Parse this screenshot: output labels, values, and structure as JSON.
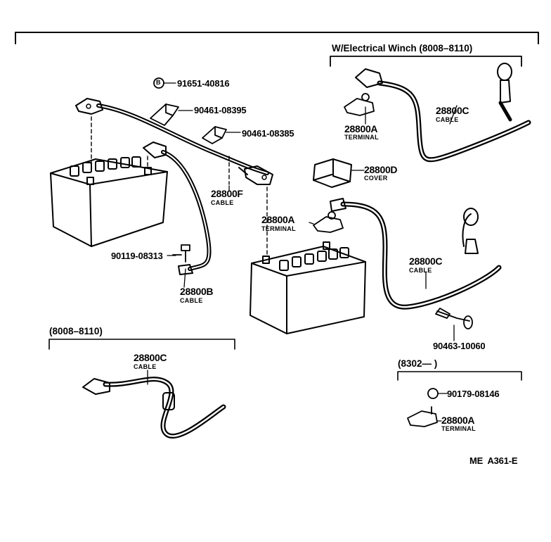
{
  "sections": {
    "winch_header": "W/Electrical Winch (8008–8110)",
    "lower_left_header": "(8008–8110)",
    "lower_right_header": "(8302—      )"
  },
  "parts": {
    "p91651": "91651-40816",
    "p90461_395": "90461-08395",
    "p90461_385": "90461-08385",
    "p28800F": "28800F",
    "p28800F_desc": "CABLE",
    "p28800A_top": "28800A",
    "p28800A_top_desc": "TERMINAL",
    "p28800C_top": "28800C",
    "p28800C_top_desc": "CABLE",
    "p28800D": "28800D",
    "p28800D_desc": "COVER",
    "p28800A_mid": "28800A",
    "p28800A_mid_desc": "TERMINAL",
    "p28800C_mid": "28800C",
    "p28800C_mid_desc": "CABLE",
    "p90119": "90119-08313",
    "p28800B": "28800B",
    "p28800B_desc": "CABLE",
    "p90463": "90463-10060",
    "p28800C_low": "28800C",
    "p28800C_low_desc": "CABLE",
    "p90179": "90179-08146",
    "p28800A_low": "28800A",
    "p28800A_low_desc": "TERMINAL"
  },
  "bolt_marker": "B",
  "diagram_code": "ME  A361-E"
}
